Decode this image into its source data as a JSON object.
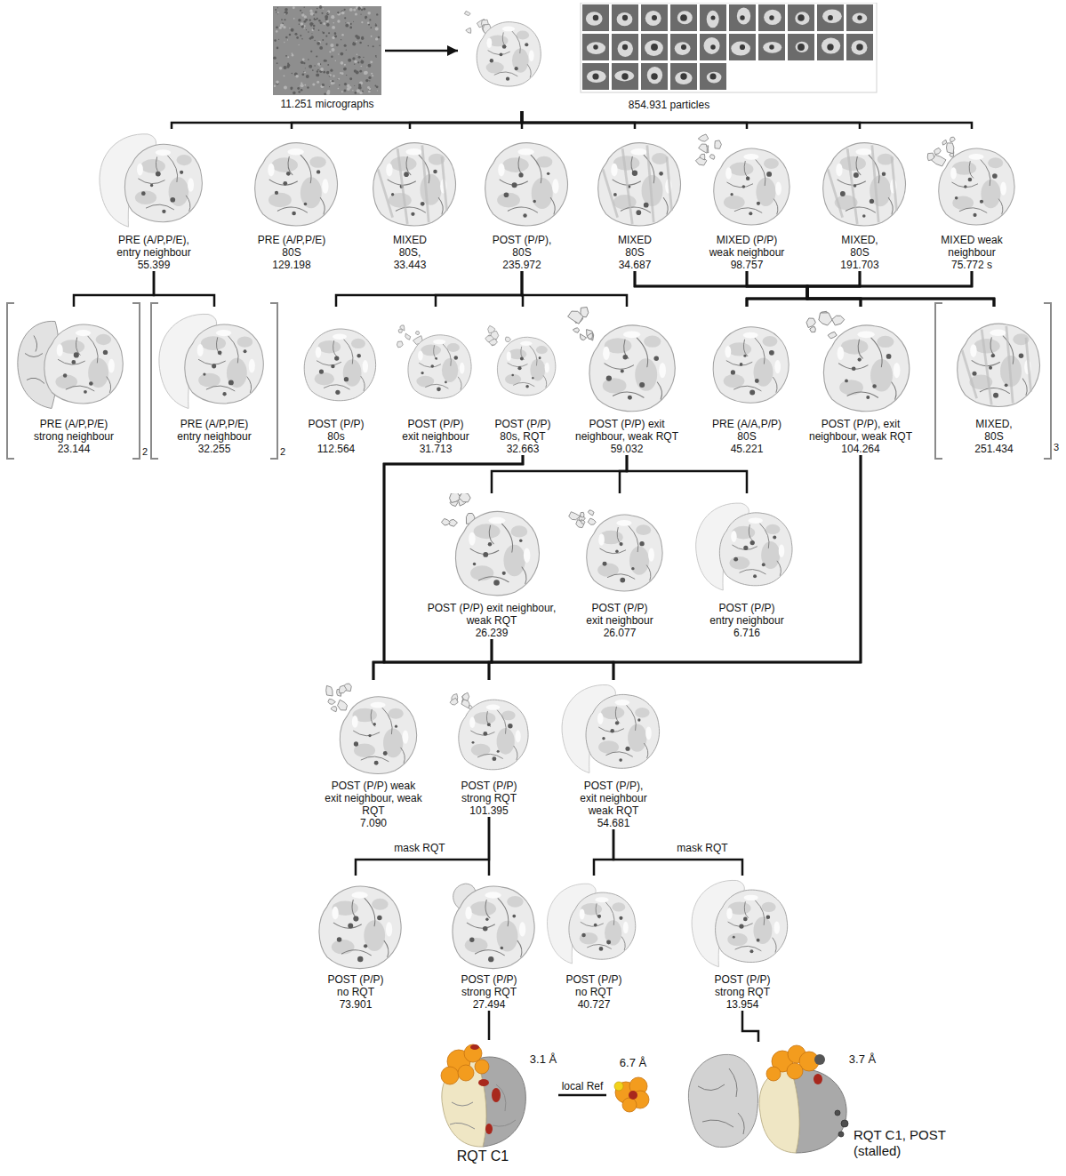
{
  "diagram": {
    "nodes": [
      {
        "text": [
          "11.251 micrographs"
        ]
      },
      {
        "text": [
          "854.931 particles"
        ]
      },
      {
        "text": [
          "PRE (A/P,P/E), entry neighbour",
          "55.399"
        ]
      },
      {
        "text": [
          "PRE (A/P,P/E) 80S",
          "129.198"
        ]
      },
      {
        "text": [
          "MIXED 80S,",
          "33.443"
        ]
      },
      {
        "text": [
          "POST (P/P), 80S",
          "235.972"
        ]
      },
      {
        "text": [
          "MIXED 80S",
          "34.687"
        ]
      },
      {
        "text": [
          "MIXED (P/P) weak neighbour",
          "98.757"
        ]
      },
      {
        "text": [
          "MIXED, 80S",
          "191.703"
        ]
      },
      {
        "text": [
          "MIXED weak neighbour",
          "75.772 s"
        ]
      },
      {
        "text": [
          "PRE (A/P,P/E) strong neighbour",
          "23.144"
        ]
      },
      {
        "text": [
          "PRE (A/P,P/E) entry neighbour",
          "32.255"
        ]
      },
      {
        "text": [
          "POST (P/P) 80s",
          "112.564"
        ]
      },
      {
        "text": [
          "POST (P/P) exit neighbour",
          "31.713"
        ]
      },
      {
        "text": [
          "POST (P/P) 80s, RQT",
          "32.663"
        ]
      },
      {
        "text": [
          "POST (P/P) exit neighbour, weak RQT",
          "59.032"
        ]
      },
      {
        "text": [
          "PRE (A/A,P/P) 80S",
          "45.221"
        ]
      },
      {
        "text": [
          "POST (P/P), exit neighbour, weak RQT",
          "104.264"
        ]
      },
      {
        "text": [
          "MIXED, 80S",
          "251.434"
        ]
      },
      {
        "text": [
          "POST (P/P) exit neighbour, weak RQT",
          "26.239"
        ]
      },
      {
        "text": [
          "POST (P/P) exit neighbour",
          "26.077"
        ]
      },
      {
        "text": [
          "POST (P/P) entry neighbour",
          "6.716"
        ]
      },
      {
        "text": [
          "POST (P/P) weak exit neighbour, weak RQT",
          "7.090"
        ]
      },
      {
        "text": [
          "POST (P/P) strong RQT",
          "101.395"
        ]
      },
      {
        "text": [
          "POST (P/P), exit neighbour weak RQT",
          "54.681"
        ]
      },
      {
        "text": [
          "POST (P/P) no RQT",
          "73.901"
        ]
      },
      {
        "text": [
          "POST (P/P) strong RQT",
          "27.494"
        ]
      },
      {
        "text": [
          "POST (P/P) no RQT",
          "40.727"
        ]
      },
      {
        "text": [
          "POST (P/P) strong RQT",
          "13.954"
        ]
      },
      {
        "text": [
          "3.1 Å",
          "RQT C1"
        ]
      },
      {
        "text": [
          "6.7 Å"
        ]
      },
      {
        "text": [
          "3.7 Å",
          "RQT C1, POST (stalled)"
        ]
      }
    ],
    "edges": [
      {
        "from": 0,
        "to": 1,
        "arrow": "to"
      },
      {
        "from": 1,
        "to": 2,
        "arrow": "none"
      },
      {
        "from": 1,
        "to": 3,
        "arrow": "none"
      },
      {
        "from": 1,
        "to": 4,
        "arrow": "none"
      },
      {
        "from": 1,
        "to": 5,
        "arrow": "none"
      },
      {
        "from": 1,
        "to": 6,
        "arrow": "none"
      },
      {
        "from": 1,
        "to": 7,
        "arrow": "none"
      },
      {
        "from": 1,
        "to": 8,
        "arrow": "none"
      },
      {
        "from": 1,
        "to": 9,
        "arrow": "none"
      },
      {
        "from": 2,
        "to": 10,
        "arrow": "none"
      },
      {
        "from": 2,
        "to": 11,
        "arrow": "none"
      },
      {
        "from": 5,
        "to": 12,
        "arrow": "none"
      },
      {
        "from": 5,
        "to": 13,
        "arrow": "none"
      },
      {
        "from": 5,
        "to": 14,
        "arrow": "none"
      },
      {
        "from": 5,
        "to": 15,
        "arrow": "none"
      },
      {
        "from": 6,
        "to": 16,
        "arrow": "none"
      },
      {
        "from": 6,
        "to": 17,
        "arrow": "none"
      },
      {
        "from": 6,
        "to": 18,
        "arrow": "none"
      },
      {
        "from": 7,
        "to": 16,
        "arrow": "none"
      },
      {
        "from": 7,
        "to": 17,
        "arrow": "none"
      },
      {
        "from": 7,
        "to": 18,
        "arrow": "none"
      },
      {
        "from": 8,
        "to": 16,
        "arrow": "none"
      },
      {
        "from": 8,
        "to": 17,
        "arrow": "none"
      },
      {
        "from": 8,
        "to": 18,
        "arrow": "none"
      },
      {
        "from": 9,
        "to": 16,
        "arrow": "none"
      },
      {
        "from": 9,
        "to": 17,
        "arrow": "none"
      },
      {
        "from": 9,
        "to": 18,
        "arrow": "none"
      },
      {
        "from": 15,
        "to": 19,
        "arrow": "none"
      },
      {
        "from": 15,
        "to": 20,
        "arrow": "none"
      },
      {
        "from": 15,
        "to": 21,
        "arrow": "none"
      },
      {
        "from": 14,
        "to": 22,
        "arrow": "none"
      },
      {
        "from": 14,
        "to": 23,
        "arrow": "none"
      },
      {
        "from": 14,
        "to": 24,
        "arrow": "none"
      },
      {
        "from": 19,
        "to": 22,
        "arrow": "none"
      },
      {
        "from": 19,
        "to": 23,
        "arrow": "none"
      },
      {
        "from": 19,
        "to": 24,
        "arrow": "none"
      },
      {
        "from": 17,
        "to": 22,
        "arrow": "none"
      },
      {
        "from": 17,
        "to": 23,
        "arrow": "none"
      },
      {
        "from": 17,
        "to": 24,
        "arrow": "none"
      },
      {
        "from": 23,
        "to": 25,
        "label": "mask RQT",
        "arrow": "none"
      },
      {
        "from": 23,
        "to": 26,
        "arrow": "none"
      },
      {
        "from": 24,
        "to": 27,
        "arrow": "none"
      },
      {
        "from": 24,
        "to": 28,
        "label": "mask RQT",
        "arrow": "none"
      },
      {
        "from": 26,
        "to": 29,
        "arrow": "none"
      },
      {
        "from": 29,
        "to": 30,
        "label": "local Ref",
        "arrow": "none"
      },
      {
        "from": 28,
        "to": 31,
        "arrow": "none"
      }
    ],
    "labels": [
      "2",
      "2",
      "3"
    ]
  }
}
